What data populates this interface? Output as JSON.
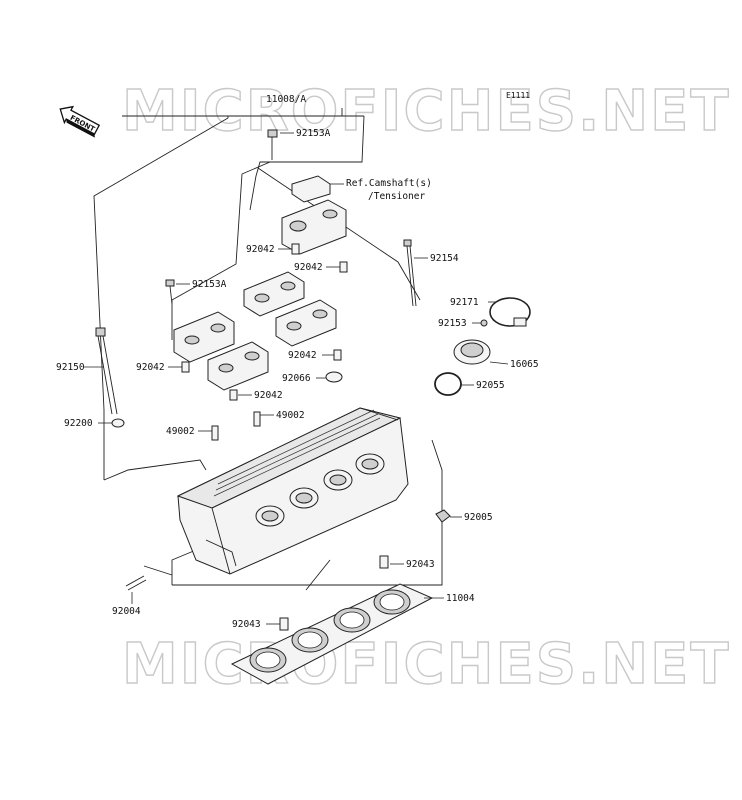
{
  "diagram_id": "E1111",
  "watermark": "MICROFICHES.NET",
  "front_label": "FRONT",
  "labels": {
    "assembly": "11008/A",
    "bolt_top": "92153A",
    "ref_line1": "Ref.Camshaft(s)",
    "ref_line2": "/Tensioner",
    "dowel_a": "92042",
    "dowel_b": "92042",
    "bolt_long": "92154",
    "bolt_cap": "92153A",
    "clamp": "92171",
    "bolt_small": "92153",
    "holder": "16065",
    "dowel_c": "92042",
    "washer": "92066",
    "oring": "92055",
    "stud_long": "92150",
    "dowel_d": "92042",
    "dowel_e": "92042",
    "pin_a": "49002",
    "pin_b": "49002",
    "washer_b": "92200",
    "plug": "92005",
    "dowel_f": "92043",
    "gasket": "11004",
    "stud": "92004",
    "dowel_g": "92043"
  }
}
